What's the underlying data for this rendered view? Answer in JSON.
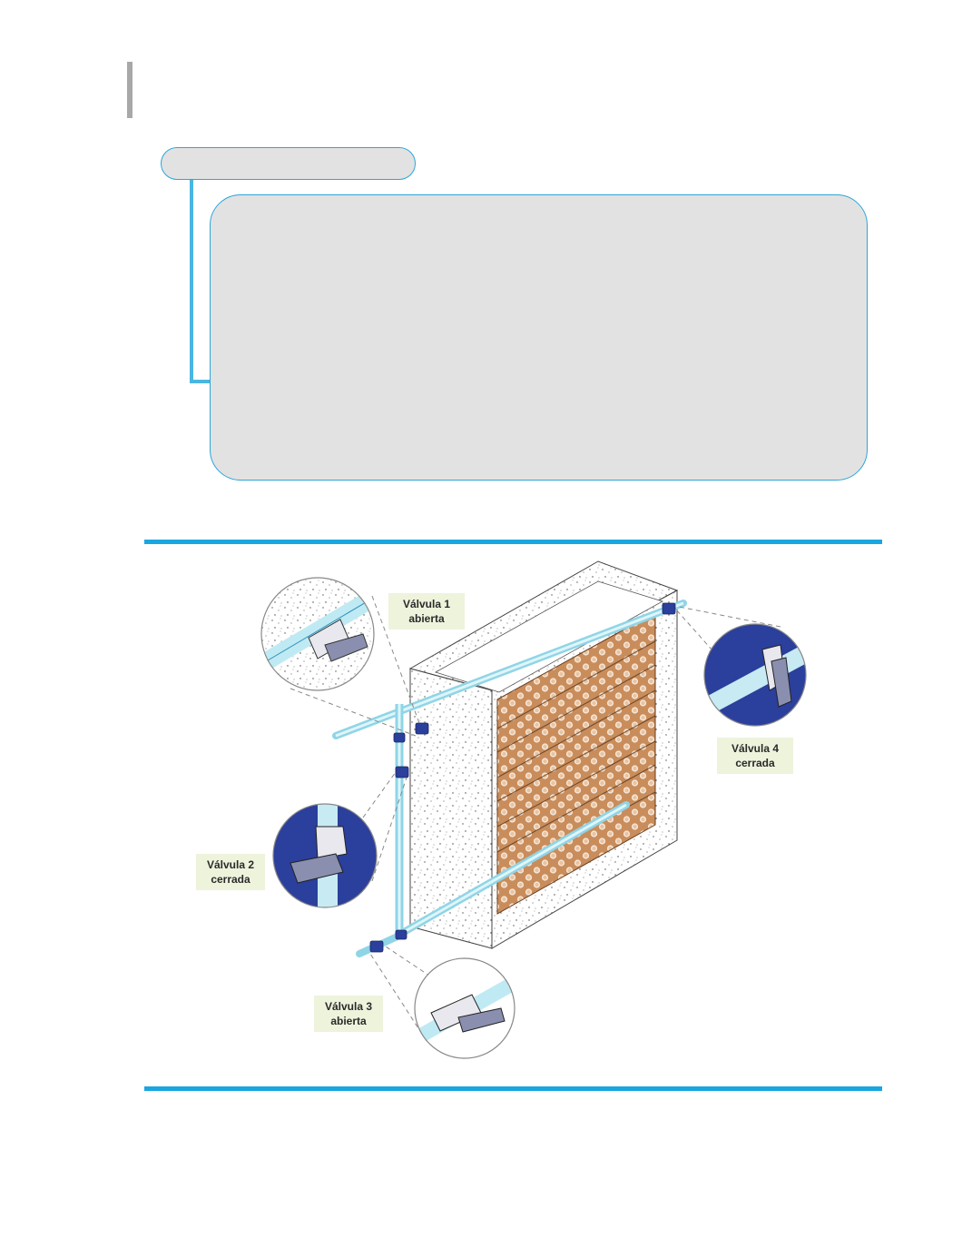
{
  "figure": {
    "valves": [
      {
        "line1": "Válvula 1",
        "line2": "abierta"
      },
      {
        "line1": "Válvula 2",
        "line2": "cerrada"
      },
      {
        "line1": "Válvula 3",
        "line2": "abierta"
      },
      {
        "line1": "Válvula 4",
        "line2": "cerrada"
      }
    ]
  },
  "colors": {
    "accent_blue": "#1aa6e0",
    "box_gray": "#e3e2e2",
    "label_bg": "#eef3dc",
    "valve_blue": "#2b3f9c",
    "pipe_cyan": "#bfeaf3",
    "pad_brown": "#c98d5c"
  }
}
